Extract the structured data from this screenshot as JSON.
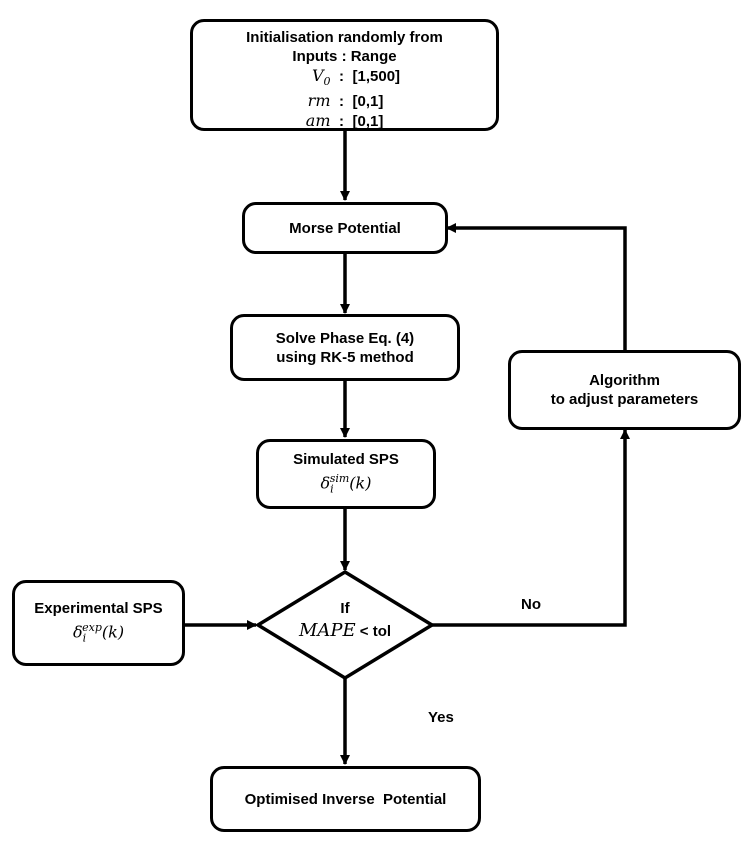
{
  "init": {
    "line1": "Initialisation randomly from",
    "line2": "Inputs : Range",
    "params": [
      {
        "var": "V",
        "sub": "0",
        "range": "[1,500]"
      },
      {
        "var": "rm",
        "sub": "",
        "range": "[0,1]"
      },
      {
        "var": "am",
        "sub": "",
        "range": "[0,1]"
      }
    ]
  },
  "morse": "Morse Potential",
  "solve": {
    "line1": "Solve Phase Eq. (4)",
    "line2": "using RK-5 method"
  },
  "simulated": {
    "line1": "Simulated SPS",
    "sym": "δ",
    "sub": "i",
    "sup": "sim",
    "arg": "(k)"
  },
  "experimental": {
    "line1": "Experimental SPS",
    "sym": "δ",
    "sub": "i",
    "sup": "exp",
    "arg": "(k)"
  },
  "decision": {
    "line1": "If",
    "math": "MAPE",
    "cmp": "< tol"
  },
  "algorithm": {
    "line1": "Algorithm",
    "line2": "to adjust parameters"
  },
  "output": "Optimised Inverse  Potential",
  "labels": {
    "no": "No",
    "yes": "Yes"
  }
}
